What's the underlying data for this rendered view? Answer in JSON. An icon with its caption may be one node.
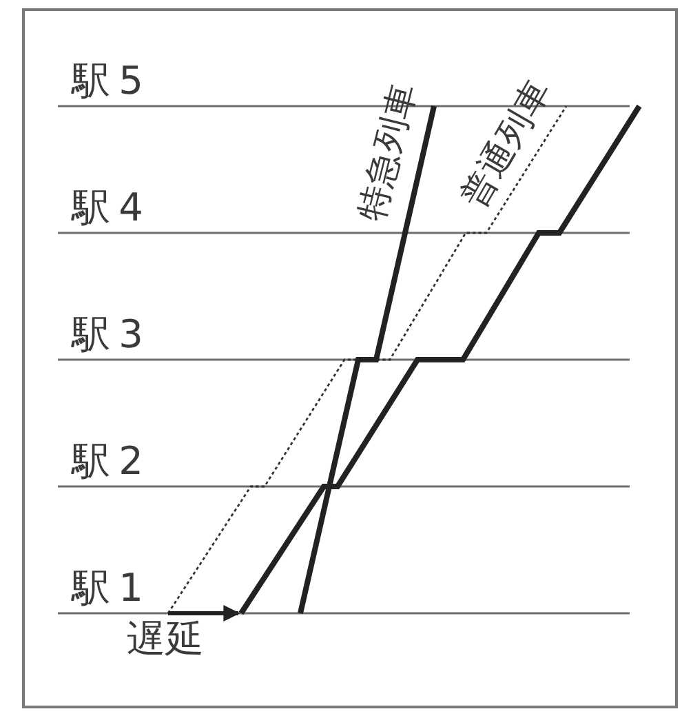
{
  "diagram": {
    "labels": [
      "駅5",
      "特急列車",
      "普通列車",
      "駅4",
      "駅3",
      "駅2",
      "駅1",
      "遅延"
    ]
  }
}
